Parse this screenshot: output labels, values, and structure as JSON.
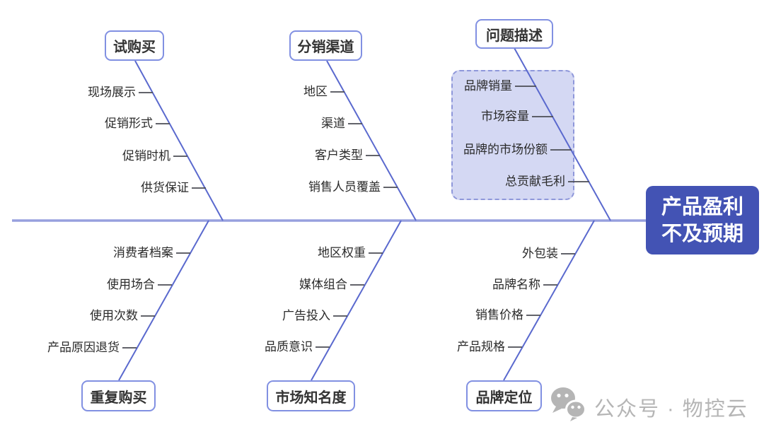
{
  "diagram": {
    "head": {
      "line1": "产品盈利",
      "line2": "不及预期"
    },
    "branches": [
      {
        "label": "试购买",
        "position": "top",
        "items": [
          "现场展示",
          "促销形式",
          "促销时机",
          "供货保证"
        ]
      },
      {
        "label": "分销渠道",
        "position": "top",
        "items": [
          "地区",
          "渠道",
          "客户类型",
          "销售人员覆盖"
        ]
      },
      {
        "label": "问题描述",
        "position": "top",
        "highlighted": true,
        "items": [
          "品牌销量",
          "市场容量",
          "品牌的市场份额",
          "总贡献毛利"
        ]
      },
      {
        "label": "重复购买",
        "position": "bottom",
        "items": [
          "消费者档案",
          "使用场合",
          "使用次数",
          "产品原因退货"
        ]
      },
      {
        "label": "市场知名度",
        "position": "bottom",
        "items": [
          "地区权重",
          "媒体组合",
          "广告投入",
          "品质意识"
        ]
      },
      {
        "label": "品牌定位",
        "position": "bottom",
        "items": [
          "外包装",
          "品牌名称",
          "销售价格",
          "产品规格"
        ]
      }
    ]
  },
  "watermark": {
    "icon": "wechat-icon",
    "text": "公众号 · 物控云"
  },
  "colors": {
    "spine": "#97a0de",
    "branch": "#5a69ce",
    "tick": "#4b4d55",
    "node-border": "#8190e2",
    "node-text": "#333333",
    "cause-text": "#2b2b2b",
    "highlight-bg": "#d4d8f3",
    "highlight-border": "#8e97da",
    "head-bg": "#4353b4",
    "head-text": "#ffffff",
    "watermark-gray": "#b5b5b5"
  }
}
